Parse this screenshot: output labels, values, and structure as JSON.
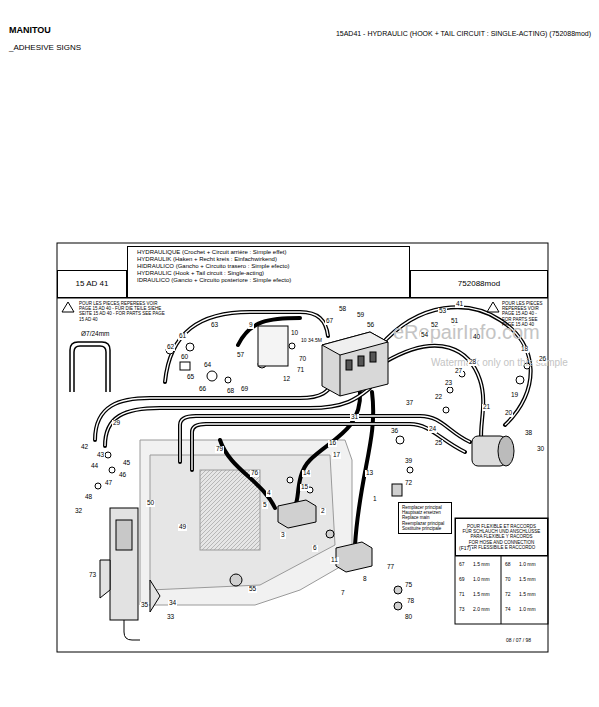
{
  "diagram": {
    "title": "15AD41 - HYDRAULIC (HOOK + TAIL CIRCUIT : SINGLE-ACTING) (752088mod)",
    "nodes": [
      {
        "text": [
          "15 AD 41"
        ]
      },
      {
        "text": [
          "HYDRAULIQUE (Crochet + Circuit arrière : Simple effet)",
          "HYDRAULIK (Haken + Recht kreis : Einfachwirkend)",
          "HIDRAULICO (Gancho + Circuito trasero : Simple efecto)",
          "HYDRAULIC (Hook + Tail circuit : Single-acting)",
          "IDRAULICO (Gancio + Circuito posteriore : Simple efecto)"
        ]
      },
      {
        "text": [
          "752088mod"
        ]
      },
      {
        "text": [
          "POUR LES PIECES REPEREES VOIR PAGE 15 AD 40 - FÜR DIE TEILE SIEHE SEITE 15 AD 40 - FOR PARTS SEE PAGE 15 AD 40"
        ]
      },
      {
        "text": [
          "POUR LES PIECES REPEREES VOIR PAGE 15 AD 40 - FOR PARTS SEE PAGE 15 AD 40"
        ]
      },
      {
        "text": [
          "POUR FLEXIBLE ET RACCORDS",
          "FÜR SCHLAUCH UND ANSCHLÜSSE",
          "PARA FLEXIBLE Y RACORDS",
          "FOR HOSE AND CONNECTION",
          "PER FLESSIBILE E RACCORDO"
        ]
      },
      {
        "text": [
          "Remplacer principal",
          "Hauptsatz ersetzen",
          "Replace main",
          "Reemplazar principal",
          "Sostituire principale"
        ]
      }
    ],
    "labels": [
      "MANITOU",
      "_ADHESIVE SIGNS",
      "eRepairInfo.com",
      "Watermark only on this sample",
      "63",
      "61",
      "62",
      "60",
      "64",
      "66",
      "65",
      "57",
      "9",
      "10",
      "70",
      "71",
      "12",
      "69",
      "68",
      "58",
      "67",
      "59",
      "56",
      "41",
      "53",
      "51",
      "52",
      "54",
      "40",
      "18",
      "26",
      "28",
      "27",
      "23",
      "22",
      "19",
      "20",
      "21",
      "24",
      "25",
      "38",
      "30",
      "31",
      "36",
      "37",
      "16",
      "17",
      "14",
      "15",
      "4",
      "5",
      "2",
      "3",
      "1",
      "6",
      "11",
      "13",
      "39",
      "72",
      "8",
      "7",
      "77",
      "75",
      "78",
      "80",
      "29",
      "42",
      "43",
      "44",
      "45",
      "46",
      "47",
      "48",
      "32",
      "50",
      "49",
      "73",
      "35",
      "34",
      "33",
      "55",
      "76",
      "79",
      "Ø7/24mm",
      "10 34.5M",
      "(F17)",
      "67",
      "1.5 mm",
      "69",
      "1.0 mm",
      "71",
      "1.5 mm",
      "73",
      "2.0 mm",
      "68",
      "1.0 mm",
      "70",
      "1.5 mm",
      "72",
      "1.5 mm",
      "74",
      "1.0 mm",
      "08 / 07 / 98"
    ]
  }
}
